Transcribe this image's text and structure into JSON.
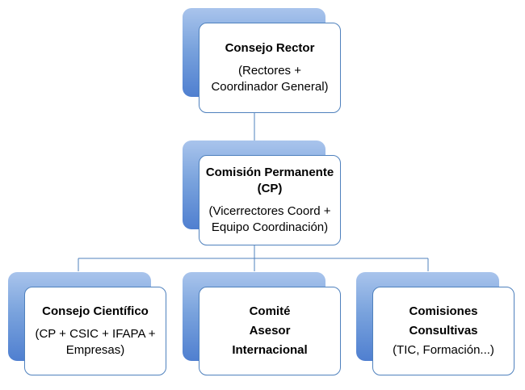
{
  "colors": {
    "accent_light": "#a9c4ec",
    "accent_dark": "#4f7fd0",
    "line": "#4f81bd"
  },
  "nodes": {
    "consejo_rector": {
      "title": "Consejo Rector",
      "line1": "(Rectores +",
      "line2": "Coordinador General)"
    },
    "comision_permanente": {
      "title1": "Comisión Permanente",
      "title2": "(CP)",
      "line1": "(Vicerrectores Coord +",
      "line2": "Equipo Coordinación)"
    },
    "consejo_cientifico": {
      "title": "Consejo Científico",
      "line1": "(CP + CSIC + IFAPA +",
      "line2": "Empresas)"
    },
    "comite_asesor": {
      "line1": "Comité",
      "line2": "Asesor",
      "line3": "Internacional"
    },
    "comisiones_consultivas": {
      "line1": "Comisiones",
      "line2": "Consultivas",
      "line3": "(TIC, Formación...)"
    }
  }
}
